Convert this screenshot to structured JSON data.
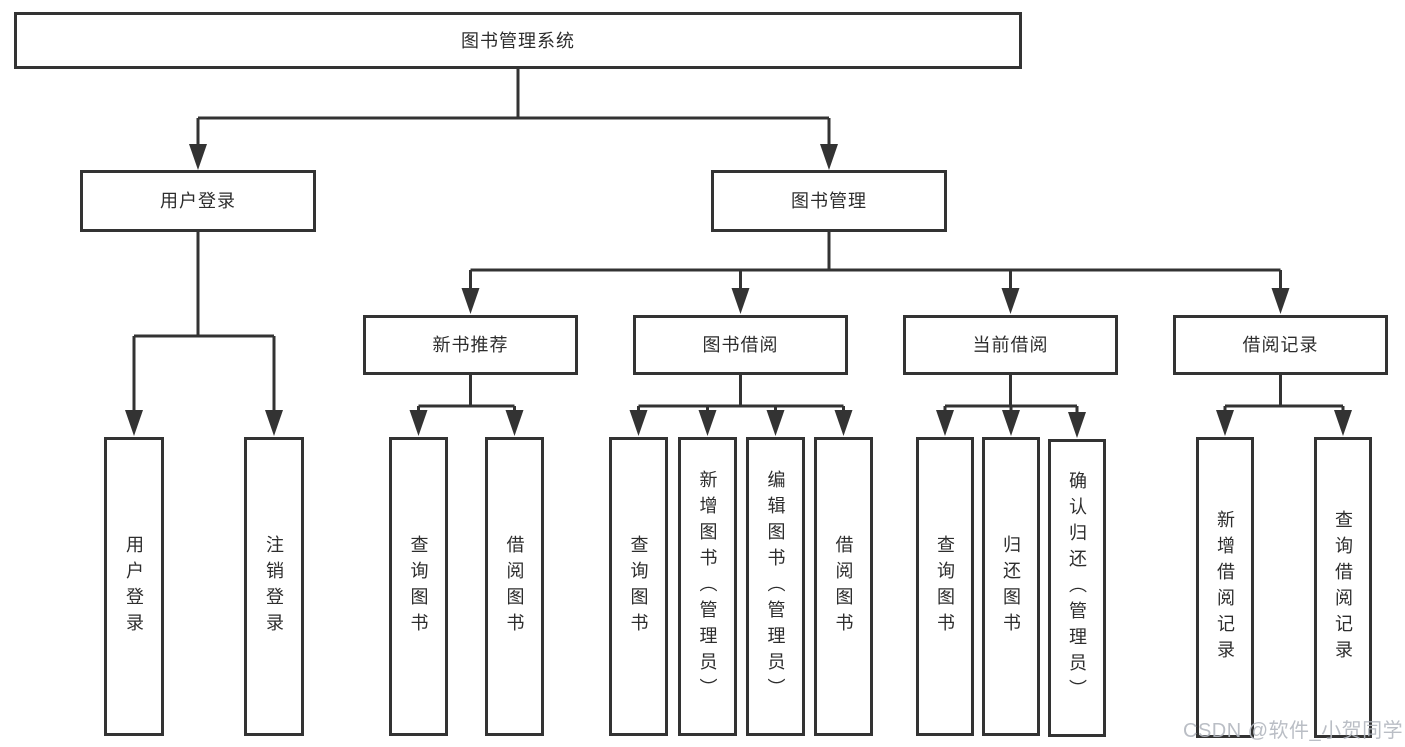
{
  "tree": {
    "root": {
      "label": "图书管理系统"
    },
    "user_login": {
      "label": "用户登录",
      "children": [
        {
          "label": "用户登录"
        },
        {
          "label": "注销登录"
        }
      ]
    },
    "book_management": {
      "label": "图书管理",
      "sections": [
        {
          "label": "新书推荐",
          "children": [
            {
              "label": "查询图书"
            },
            {
              "label": "借阅图书"
            }
          ]
        },
        {
          "label": "图书借阅",
          "children": [
            {
              "label": "查询图书"
            },
            {
              "label": "新增图书（管理员）"
            },
            {
              "label": "编辑图书（管理员）"
            },
            {
              "label": "借阅图书"
            }
          ]
        },
        {
          "label": "当前借阅",
          "children": [
            {
              "label": "查询图书"
            },
            {
              "label": "归还图书"
            },
            {
              "label": "确认归还（管理员）"
            }
          ]
        },
        {
          "label": "借阅记录",
          "children": [
            {
              "label": "新增借阅记录"
            },
            {
              "label": "查询借阅记录"
            }
          ]
        }
      ]
    }
  },
  "watermark": {
    "text": "CSDN @软件_小贺同学"
  },
  "colors": {
    "line": "#333333",
    "text": "#2d2d2d",
    "background": "#ffffff",
    "watermark": "#b3b7bf"
  }
}
